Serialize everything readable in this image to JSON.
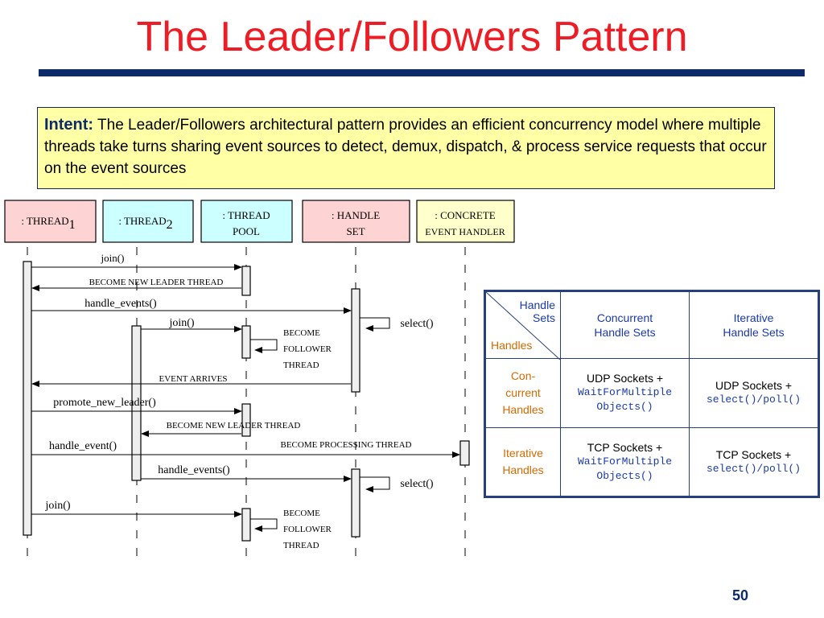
{
  "slide": {
    "title": "The Leader/Followers Pattern",
    "page_number": "50"
  },
  "intent": {
    "label": "Intent:",
    "text": "The Leader/Followers architectural pattern provides an efficient concurrency model where multiple threads take turns sharing event sources to detect, demux, dispatch, & process service requests that occur on the event sources"
  },
  "diagram": {
    "participants": [
      {
        "prefix": ": THREAD",
        "subscript": "1",
        "line2": ""
      },
      {
        "prefix": ": THREAD",
        "subscript": "2",
        "line2": ""
      },
      {
        "prefix": ": THREAD",
        "subscript": "",
        "line2": "POOL"
      },
      {
        "prefix": ": HANDLE",
        "subscript": "",
        "line2": "SET"
      },
      {
        "prefix": ": CONCRETE",
        "subscript": "",
        "line2": "EVENT  HANDLER"
      }
    ],
    "messages": {
      "join_1": "join()",
      "become_new_leader_1": "BECOME  NEW  LEADER  THREAD",
      "handle_events_1": "handle_events()",
      "select_1": "select()",
      "join_2": "join()",
      "become_follower_1": [
        "BECOME",
        "FOLLOWER",
        "THREAD"
      ],
      "event_arrives": "EVENT ARRIVES",
      "promote_new_leader": "promote_new_leader()",
      "become_new_leader_2": "BECOME  NEW  LEADER  THREAD",
      "handle_event": "handle_event()",
      "become_processing": "BECOME  PROCESSING  THREAD",
      "handle_events_2": "handle_events()",
      "select_2": "select()",
      "join_3": "join()",
      "become_follower_2": [
        "BECOME",
        "FOLLOWER",
        "THREAD"
      ]
    },
    "colors": {
      "pink": "#fdd3d3",
      "cyan": "#ccffff",
      "yellow": "#ffffcc"
    }
  },
  "table": {
    "corner_top": "Handle Sets",
    "corner_bottom": "Handles",
    "columns": [
      "Concurrent Handle Sets",
      "Iterative Handle Sets"
    ],
    "rows": [
      {
        "header": [
          "Con-",
          "current",
          "Handles"
        ],
        "cells": [
          {
            "text": "UDP Sockets +",
            "code": "WaitForMultiple Objects()"
          },
          {
            "text": "UDP Sockets +",
            "code": "select()/poll()"
          }
        ]
      },
      {
        "header": [
          "Iterative",
          "Handles"
        ],
        "cells": [
          {
            "text": "TCP Sockets +",
            "code": "WaitForMultiple Objects()"
          },
          {
            "text": "TCP Sockets +",
            "code": "select()/poll()"
          }
        ]
      }
    ],
    "colors": {
      "column_header": "#1a3aa8",
      "row_header": "#d46a00",
      "border": "#26407b"
    }
  }
}
